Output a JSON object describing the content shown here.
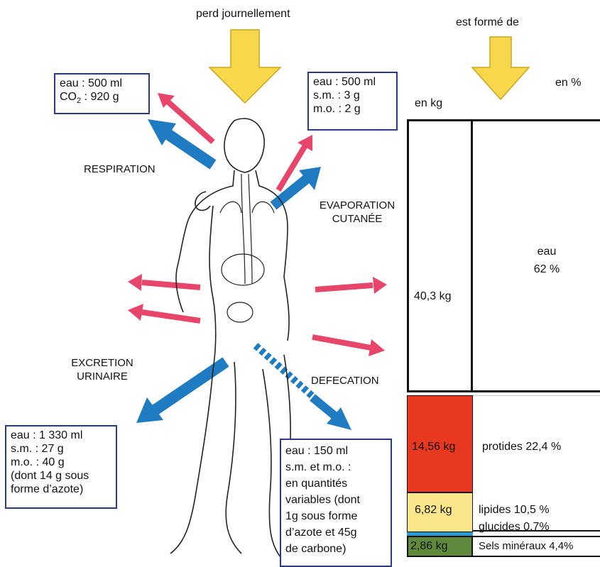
{
  "header": {
    "loss_title": "perd journellement",
    "composition_title": "est formé de",
    "unit_kg": "en kg",
    "unit_pct": "en %"
  },
  "boxes": {
    "respiration": {
      "line1": "eau : 500 ml",
      "co2_prefix": "CO",
      "co2_sub": "2",
      "co2_value": " : 920 g"
    },
    "skin": [
      "eau : 500 ml",
      "s.m. : 3 g",
      "m.o. : 2 g"
    ],
    "urine": [
      "eau : 1 330 ml",
      "s.m. : 27 g",
      "m.o. : 40 g",
      "(dont 14 g sous",
      "forme d’azote)"
    ],
    "feces": [
      "eau : 150 ml",
      "s.m. et m.o. :",
      "en quantités",
      "variables (dont",
      "1g sous forme",
      "d’azote et 45g",
      "de carbone)"
    ]
  },
  "labels": {
    "respiration": "RESPIRATION",
    "evaporation_1": "EVAPORATION",
    "evaporation_2": "CUTANÉE",
    "excretion_1": "EXCRETION",
    "excretion_2": "URINAIRE",
    "defecation": "DEFECATION"
  },
  "composition": {
    "components": [
      {
        "kg_label": "40,3 kg",
        "name": "eau",
        "pct_label": "62 %",
        "kg": 40.3,
        "pct": 62,
        "color": "#ffffff"
      },
      {
        "kg_label": "14,56 kg",
        "label": "protides 22,4 %",
        "kg": 14.56,
        "pct": 22.4,
        "color": "#e8381f"
      },
      {
        "kg_label": "6,82 kg",
        "label": "lipides 10,5 %",
        "kg": 6.82,
        "pct": 10.5,
        "color": "#fbe78a"
      },
      {
        "label": "glucides 0,7%",
        "pct": 0.7,
        "color": "#2a9ad6"
      },
      {
        "kg_label": "2,86 kg",
        "label": "Sels minéraux 4,4%",
        "kg": 2.86,
        "pct": 4.4,
        "color": "#5f8a3b"
      }
    ]
  },
  "colors": {
    "arrow_yellow": "#f8d74a",
    "arrow_red": "#e8456a",
    "arrow_blue": "#1f7cc2",
    "box_border": "#2a3a8f"
  }
}
